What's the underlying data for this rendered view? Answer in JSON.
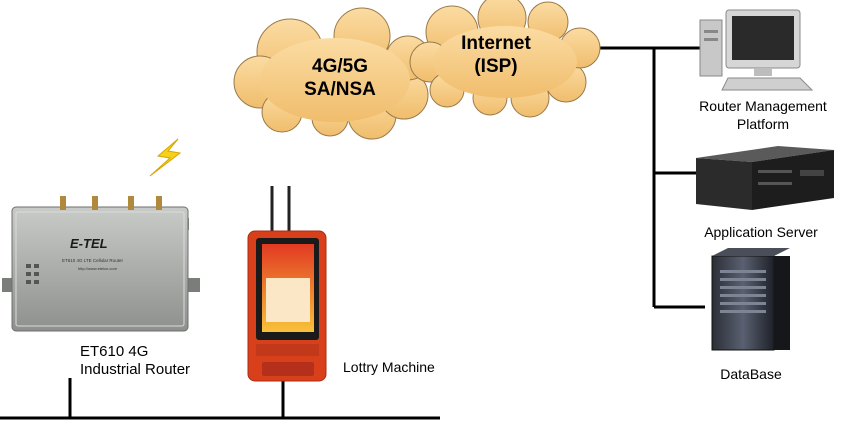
{
  "clouds": [
    {
      "line1": "4G/5G",
      "line2": "SA/NSA"
    },
    {
      "line1": "Internet",
      "line2": "(ISP)"
    }
  ],
  "nodes": {
    "router": {
      "line1": "ET610 4G",
      "line2": "Industrial  Router",
      "brand": "E-TEL",
      "model": "ET610 4G LTE Cellular Router",
      "url": "http://www.etelcn.com"
    },
    "lottery": {
      "label": "Lottry Machine"
    },
    "management": {
      "line1": "Router Management",
      "line2": "Platform"
    },
    "appserver": {
      "label": "Application Server"
    },
    "database": {
      "label": "DataBase"
    }
  },
  "colors": {
    "cloud_fill": "#f5c982",
    "cloud_stroke": "#9a7a4a",
    "router_body": "#a3a5a2",
    "lottery_body": "#d8401c",
    "lightning": "#f5d21a"
  }
}
